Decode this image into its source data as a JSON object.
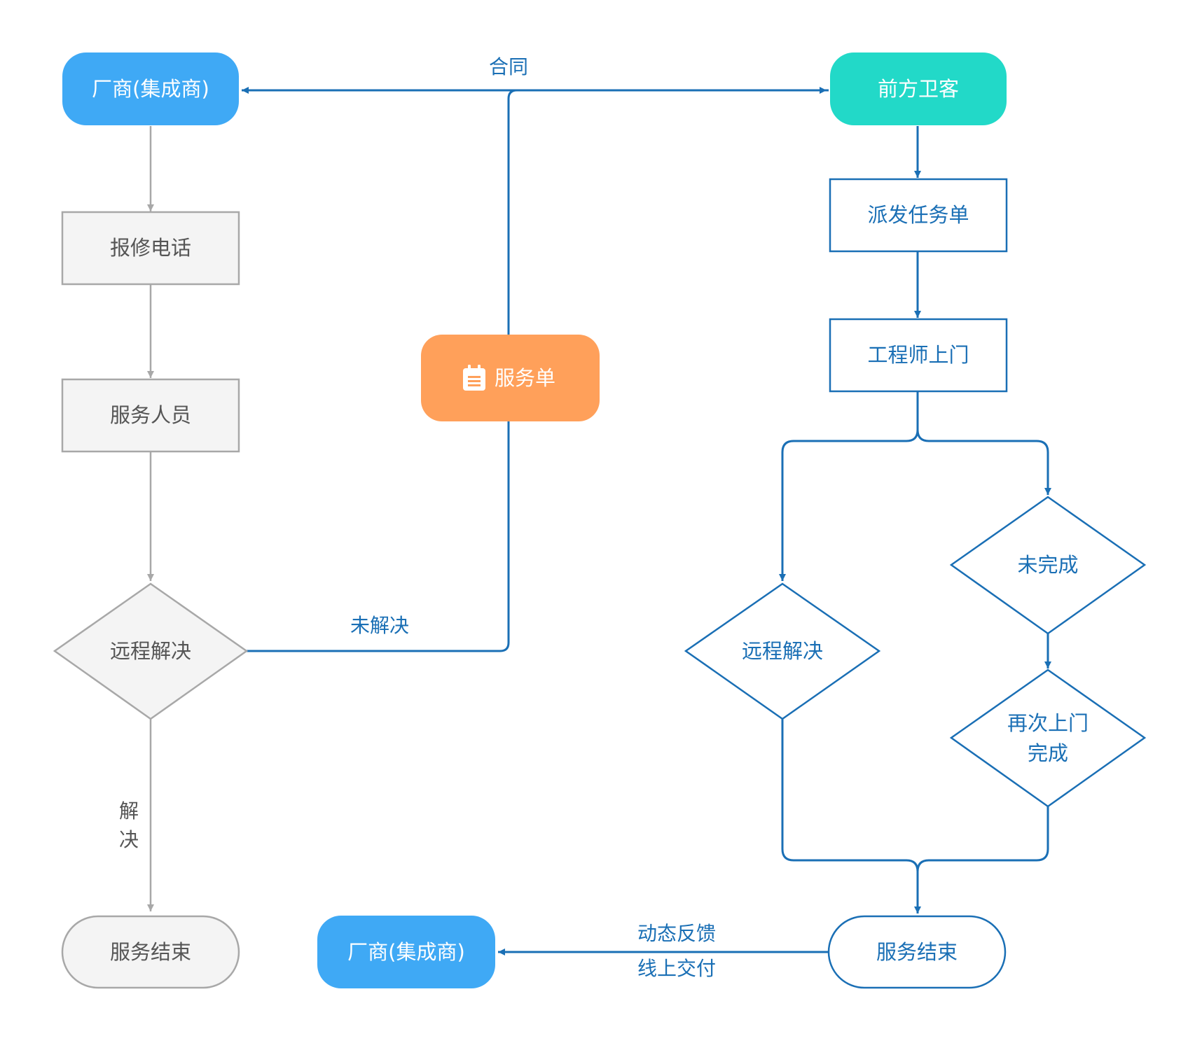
{
  "colors": {
    "vendor_fill": "#3fa9f5",
    "frontline_fill": "#22d9c8",
    "service_order_fill": "#ffa05a",
    "gray_stroke": "#a8a8a8",
    "gray_fill": "#f4f4f4",
    "blue_stroke": "#1a6fb5"
  },
  "nodes": {
    "vendor_top": "厂商(集成商)",
    "frontline": "前方卫客",
    "repair_call": "报修电话",
    "service_staff": "服务人员",
    "remote_left": "远程解决",
    "service_end_left": "服务结束",
    "service_order": "服务单",
    "service_order_icon": "clipboard-icon",
    "dispatch": "派发任务单",
    "engineer_visit": "工程师上门",
    "remote_right": "远程解决",
    "incomplete": "未完成",
    "revisit": "再次上门\n完成",
    "service_end_right": "服务结束",
    "vendor_bottom": "厂商(集成商)"
  },
  "edge_labels": {
    "contract": "合同",
    "unresolved": "未解决",
    "resolved": "解\n决",
    "feedback_line1": "动态反馈",
    "feedback_line2": "线上交付"
  }
}
